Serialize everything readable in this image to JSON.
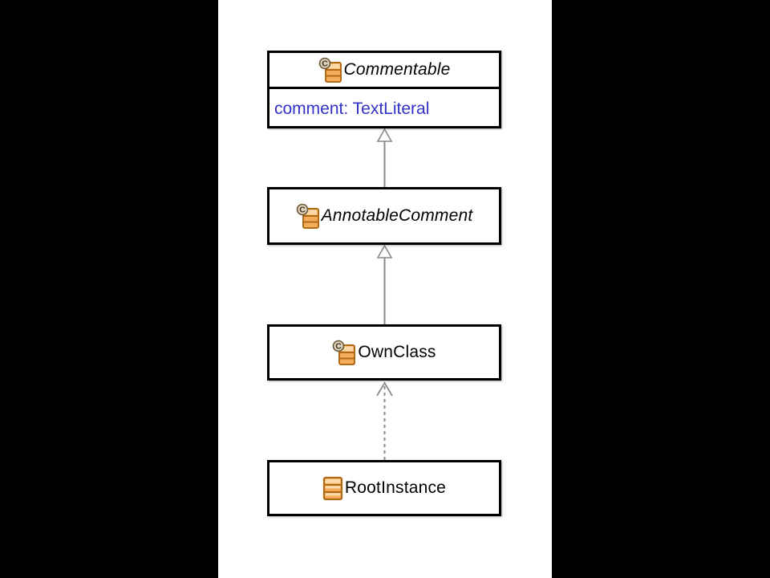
{
  "canvas": {
    "letterbox_color": "#000000",
    "content_background": "#ffffff"
  },
  "palette": {
    "node_border": "#000000",
    "node_fill": "#ffffff",
    "title_text": "#000000",
    "attribute_text": "#3232c8",
    "edge_line": "#8a8a8a",
    "arrowhead_fill": "#ffffff",
    "icon_body": "#f5ad5c",
    "icon_border": "#b06a14",
    "icon_highlight": "#fcd9a8",
    "badge_fill": "#ddd3bd",
    "badge_border": "#6b5636",
    "badge_letter": "C"
  },
  "nodes": [
    {
      "id": "commentable",
      "name": "Commentable",
      "abstract": true,
      "icon": "eclass-icon",
      "attributes": [
        "comment: TextLiteral"
      ]
    },
    {
      "id": "annotable-comment",
      "name": "AnnotableComment",
      "abstract": true,
      "icon": "eclass-icon",
      "attributes": []
    },
    {
      "id": "own-class",
      "name": "OwnClass",
      "abstract": false,
      "icon": "eclass-icon",
      "attributes": []
    },
    {
      "id": "root-instance",
      "name": "RootInstance",
      "abstract": false,
      "icon": "instance-icon",
      "attributes": []
    }
  ],
  "edges": [
    {
      "from": "AnnotableComment",
      "to": "Commentable",
      "kind": "generalization",
      "line": "solid",
      "arrowhead": "hollow-triangle"
    },
    {
      "from": "OwnClass",
      "to": "AnnotableComment",
      "kind": "generalization",
      "line": "solid",
      "arrowhead": "hollow-triangle"
    },
    {
      "from": "RootInstance",
      "to": "OwnClass",
      "kind": "instance-of",
      "line": "dashed",
      "arrowhead": "open"
    }
  ]
}
